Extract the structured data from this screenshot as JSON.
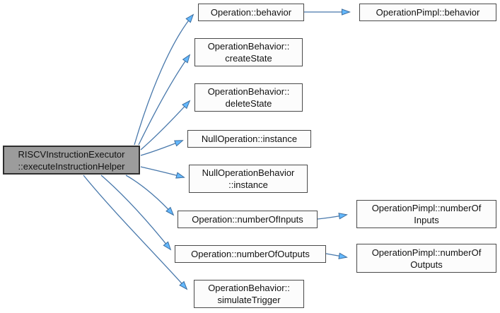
{
  "diagram": {
    "type": "call-graph",
    "direction": "left-to-right",
    "root_id": "root"
  },
  "nodes": {
    "root": {
      "label": "RISCVInstructionExecutor\n::executeInstructionHelper",
      "highlighted": true
    },
    "behavior": {
      "label": "Operation::behavior"
    },
    "createState": {
      "label": "OperationBehavior::\ncreateState"
    },
    "deleteState": {
      "label": "OperationBehavior::\ndeleteState"
    },
    "nullOperationInstance": {
      "label": "NullOperation::instance"
    },
    "nullOperationBehaviorInstance": {
      "label": "NullOperationBehavior\n::instance"
    },
    "numberOfInputs": {
      "label": "Operation::numberOfInputs"
    },
    "numberOfOutputs": {
      "label": "Operation::numberOfOutputs"
    },
    "simulateTrigger": {
      "label": "OperationBehavior::\nsimulateTrigger"
    },
    "pimplBehavior": {
      "label": "OperationPimpl::behavior"
    },
    "pimplNumberOfInputs": {
      "label": "OperationPimpl::numberOf\nInputs"
    },
    "pimplNumberOfOutputs": {
      "label": "OperationPimpl::numberOf\nOutputs"
    }
  },
  "edges": [
    {
      "from": "root",
      "to": "behavior"
    },
    {
      "from": "root",
      "to": "createState"
    },
    {
      "from": "root",
      "to": "deleteState"
    },
    {
      "from": "root",
      "to": "nullOperationInstance"
    },
    {
      "from": "root",
      "to": "nullOperationBehaviorInstance"
    },
    {
      "from": "root",
      "to": "numberOfInputs"
    },
    {
      "from": "root",
      "to": "numberOfOutputs"
    },
    {
      "from": "root",
      "to": "simulateTrigger"
    },
    {
      "from": "behavior",
      "to": "pimplBehavior"
    },
    {
      "from": "numberOfInputs",
      "to": "pimplNumberOfInputs"
    },
    {
      "from": "numberOfOutputs",
      "to": "pimplNumberOfOutputs"
    }
  ],
  "colors": {
    "background": "#ffffff",
    "node_fill": "#fcfcfc",
    "node_border": "#4a4a4a",
    "root_fill": "#9c9c9c",
    "root_border": "#2e2e2e",
    "edge_stroke": "#4878ab",
    "arrowhead_fill": "#63b8ff",
    "arrowhead_stroke": "#3f6f9e"
  }
}
